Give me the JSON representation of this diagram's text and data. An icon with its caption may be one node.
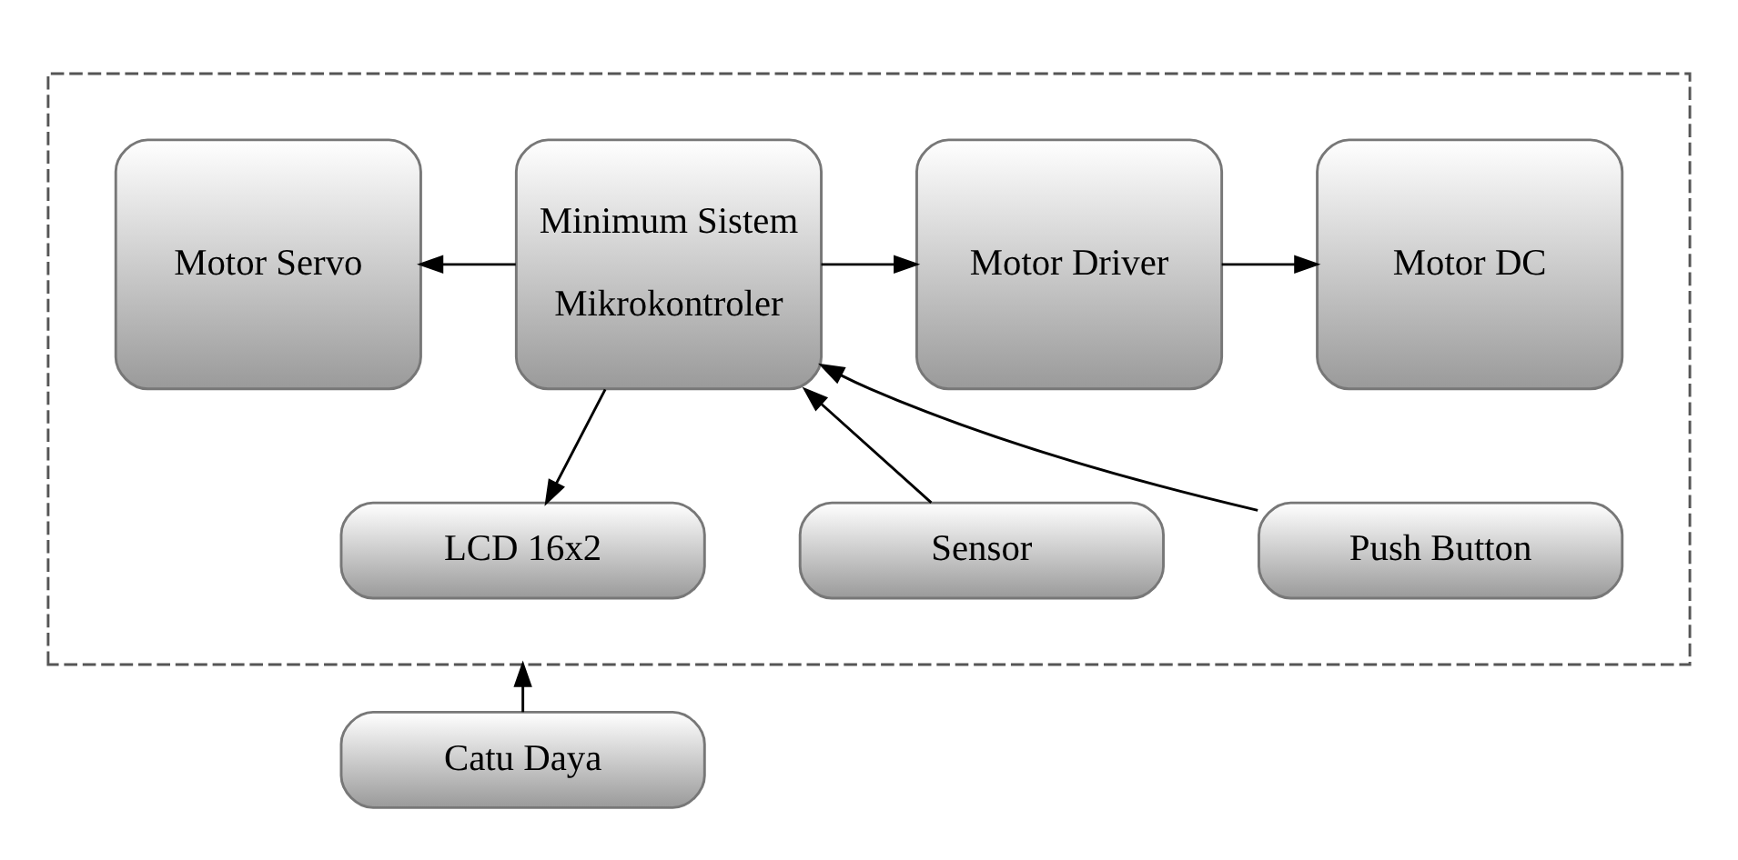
{
  "diagram": {
    "nodes": [
      {
        "text": [],
        "shape": "box"
      },
      {
        "text": [
          "Motor Servo"
        ],
        "in": 0
      },
      {
        "text": [
          "Minimum Sistem",
          "Mikrokontroler"
        ],
        "in": 0
      },
      {
        "text": [
          "Motor Driver"
        ],
        "in": 0
      },
      {
        "text": [
          "Motor DC"
        ],
        "in": 0
      },
      {
        "text": [
          "Sensor"
        ],
        "in": 0
      },
      {
        "text": [
          "Push Button"
        ],
        "in": 0
      },
      {
        "text": [
          "LCD 16x2"
        ],
        "in": 0
      },
      {
        "text": [
          "Catu Daya"
        ]
      }
    ],
    "edges": [
      {
        "from": 2,
        "to": 1,
        "arrow": "to"
      },
      {
        "from": 2,
        "to": 3,
        "arrow": "to"
      },
      {
        "from": 3,
        "to": 4,
        "arrow": "to"
      },
      {
        "from": 5,
        "to": 2,
        "arrow": "to"
      },
      {
        "from": 6,
        "to": 2,
        "arrow": "to"
      },
      {
        "from": 2,
        "to": 7,
        "arrow": "to"
      },
      {
        "from": 8,
        "to": 0,
        "arrow": "to"
      }
    ]
  }
}
